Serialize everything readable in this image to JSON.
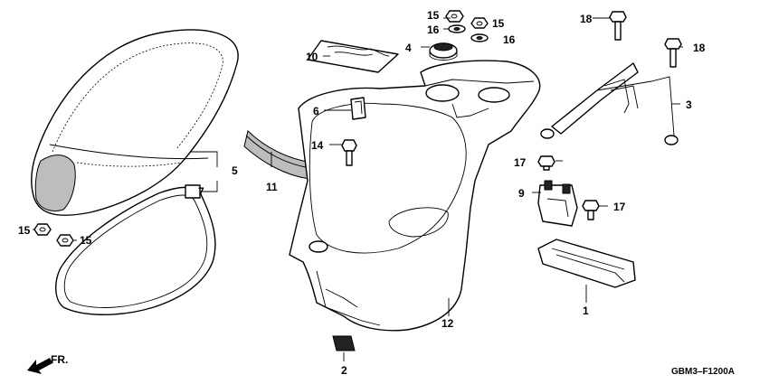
{
  "diagram": {
    "code": "GBM3–F1200A",
    "front_marker": "FR.",
    "callouts": {
      "c1": "1",
      "c2": "2",
      "c3": "3",
      "c4": "4",
      "c5": "5",
      "c6": "6",
      "c7": "7",
      "c9": "9",
      "c10": "10",
      "c11": "11",
      "c12": "12",
      "c14": "14",
      "c15a": "15",
      "c15b": "15",
      "c15c": "15",
      "c15d": "15",
      "c16a": "16",
      "c16b": "16",
      "c17a": "17",
      "c17b": "17",
      "c18a": "18",
      "c18b": "18"
    }
  }
}
